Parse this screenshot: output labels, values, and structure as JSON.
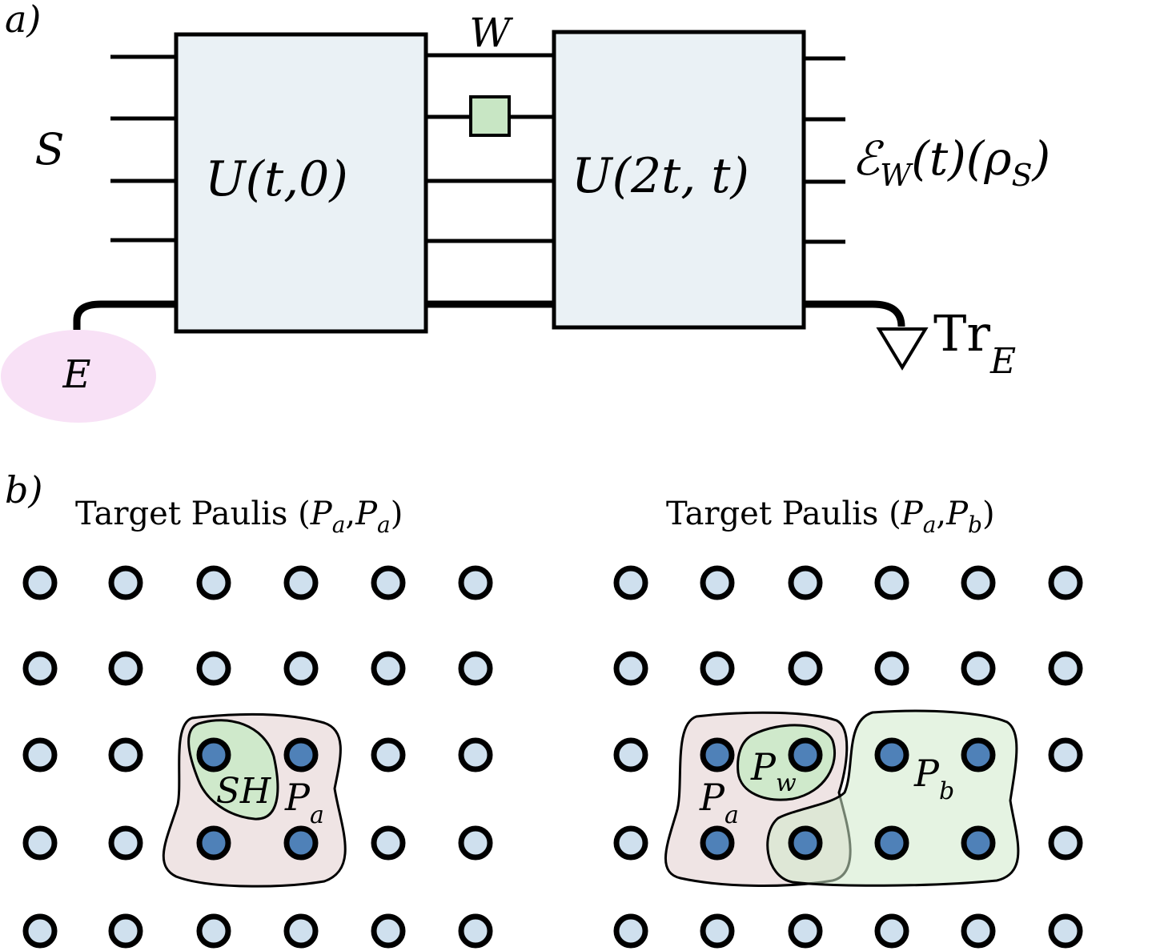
{
  "panel_a": {
    "label": "a)",
    "system_label": "S",
    "gate1_label": "U(t,0)",
    "gate2_label": "U(2t, t)",
    "perturbation_label": "W",
    "output_label": "ℰ",
    "output_sub": "W",
    "output_rest": "(t)(ρ",
    "output_sub2": "S",
    "output_close": ")",
    "environment_label": "E",
    "trace_label": "Tr",
    "trace_sub": "E",
    "colors": {
      "gate_fill": "#eaf1f5",
      "env_fill": "#f8e1f6",
      "w_fill": "#c8e6c4"
    }
  },
  "panel_b": {
    "label": "b)",
    "left_title": "Target Paulis (",
    "left_title_p1": "P",
    "left_title_p1_sub": "a",
    "left_title_p2": "P",
    "left_title_p2_sub": "a",
    "right_title": "Target Paulis (",
    "right_title_p1": "P",
    "right_title_p1_sub": "a",
    "right_title_p2": "P",
    "right_title_p2_sub": "b",
    "left_region_sh": "SH",
    "left_region_pa": "P",
    "left_region_pa_sub": "a",
    "right_region_pa": "P",
    "right_region_pa_sub": "a",
    "right_region_pw": "P",
    "right_region_pw_sub": "w",
    "right_region_pb": "P",
    "right_region_pb_sub": "b",
    "lattice": {
      "rows": 5,
      "cols": 6
    },
    "left_highlighted": [
      [
        2,
        2
      ],
      [
        2,
        3
      ],
      [
        3,
        2
      ],
      [
        3,
        3
      ]
    ],
    "right_highlighted": [
      [
        2,
        1
      ],
      [
        2,
        2
      ],
      [
        2,
        3
      ],
      [
        2,
        4
      ],
      [
        3,
        1
      ],
      [
        3,
        2
      ],
      [
        3,
        3
      ],
      [
        3,
        4
      ]
    ],
    "colors": {
      "site_fill": "#cfe0ee",
      "site_active": "#4f81b8",
      "pa_fill": "#efe4e4",
      "green_fill": "#cfe9cb",
      "pb_fill": "#e1f0de"
    }
  }
}
